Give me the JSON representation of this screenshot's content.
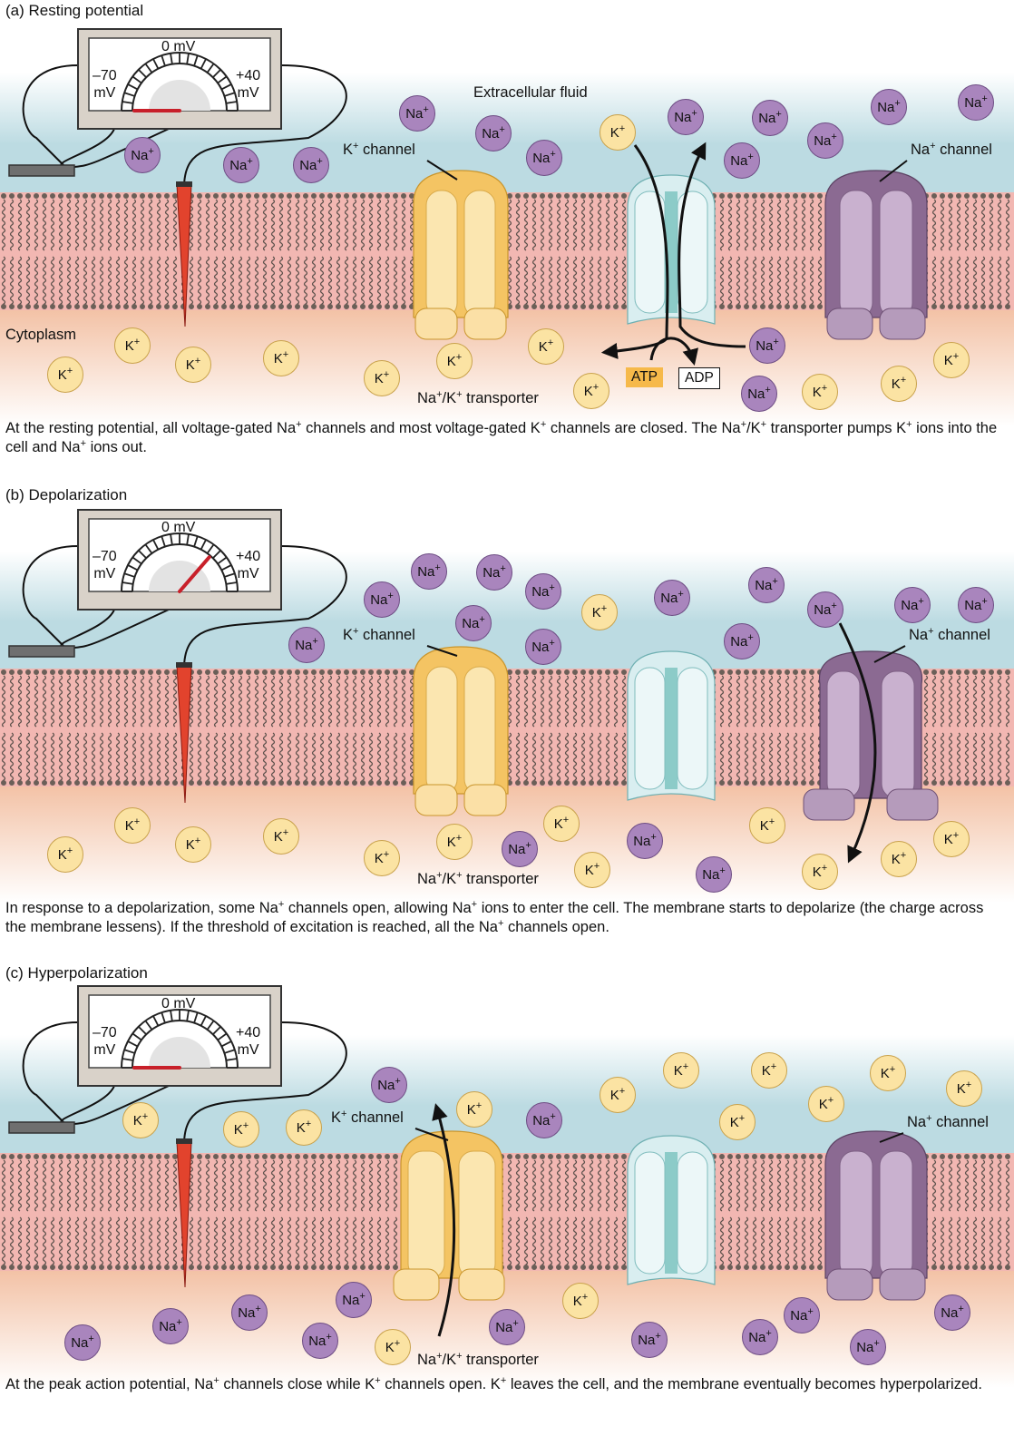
{
  "panels": [
    {
      "id": "a",
      "title": "(a) Resting potential",
      "caption_html": "At the resting potential, all voltage-gated Na<sup>+</sup> channels and most voltage-gated K<sup>+</sup> channels are closed. The Na<sup>+</sup>/K<sup>+</sup> transporter pumps K<sup>+</sup> ions into the cell and Na<sup>+</sup> ions out.",
      "meter": {
        "zero_label": "0 mV",
        "min_label": "–70",
        "max_label": "+40",
        "unit": "mV",
        "needle_value_mv": -70
      },
      "labels": [
        {
          "html": "Extracellular fluid"
        },
        {
          "html": "K<sup>+</sup> channel"
        },
        {
          "html": "Na<sup>+</sup> channel"
        },
        {
          "html": "Cytoplasm"
        },
        {
          "html": "Na<sup>+</sup>/K<sup>+</sup> transporter"
        }
      ],
      "tags": {
        "atp": "ATP",
        "adp": "ADP"
      },
      "channel_state": {
        "k_open": false,
        "na_open": false
      }
    },
    {
      "id": "b",
      "title": "(b) Depolarization",
      "caption_html": "In response to a depolarization, some Na<sup>+</sup> channels open, allowing Na<sup>+</sup> ions to enter the cell. The membrane starts to depolarize (the charge across the membrane lessens). If the threshold of excitation is reached, all the Na<sup>+</sup> channels open.",
      "meter": {
        "zero_label": "0 mV",
        "min_label": "–70",
        "max_label": "+40",
        "unit": "mV",
        "needle_value_mv": 10
      },
      "labels": [
        {
          "html": "K<sup>+</sup> channel"
        },
        {
          "html": "Na<sup>+</sup> channel"
        },
        {
          "html": "Na<sup>+</sup>/K<sup>+</sup> transporter"
        }
      ],
      "channel_state": {
        "k_open": false,
        "na_open": true
      }
    },
    {
      "id": "c",
      "title": "(c) Hyperpolarization",
      "caption_html": "At the peak action potential, Na<sup>+</sup> channels close while K<sup>+</sup> channels open. K<sup>+</sup> leaves the cell, and the membrane eventually becomes hyperpolarized.",
      "meter": {
        "zero_label": "0 mV",
        "min_label": "–70",
        "max_label": "+40",
        "unit": "mV",
        "needle_value_mv": -70
      },
      "labels": [
        {
          "html": "K<sup>+</sup> channel"
        },
        {
          "html": "Na<sup>+</sup> channel"
        },
        {
          "html": "Na<sup>+</sup>/K<sup>+</sup> transporter"
        }
      ],
      "channel_state": {
        "k_open": true,
        "na_open": false
      }
    }
  ],
  "ion_labels": {
    "na": "Na<sup>+</sup>",
    "k": "K<sup>+</sup>"
  },
  "colors": {
    "extracellular": "#bcdbe2",
    "cytoplasm": "#f3c2a6",
    "membrane": "#f2b7b2",
    "lipid_tail": "#5a4f4a",
    "k_channel": "#f4c463",
    "k_channel_light": "#fbe6b0",
    "na_channel": "#8b6a92",
    "na_channel_light": "#c9b1cf",
    "transporter": "#d9eef0",
    "transporter_core": "#8ccbc8",
    "na_ion": "#a985bd",
    "k_ion": "#fbe3a3",
    "electrode": "#e2432d",
    "needle": "#c8202a",
    "atp": "#f6b94a"
  }
}
